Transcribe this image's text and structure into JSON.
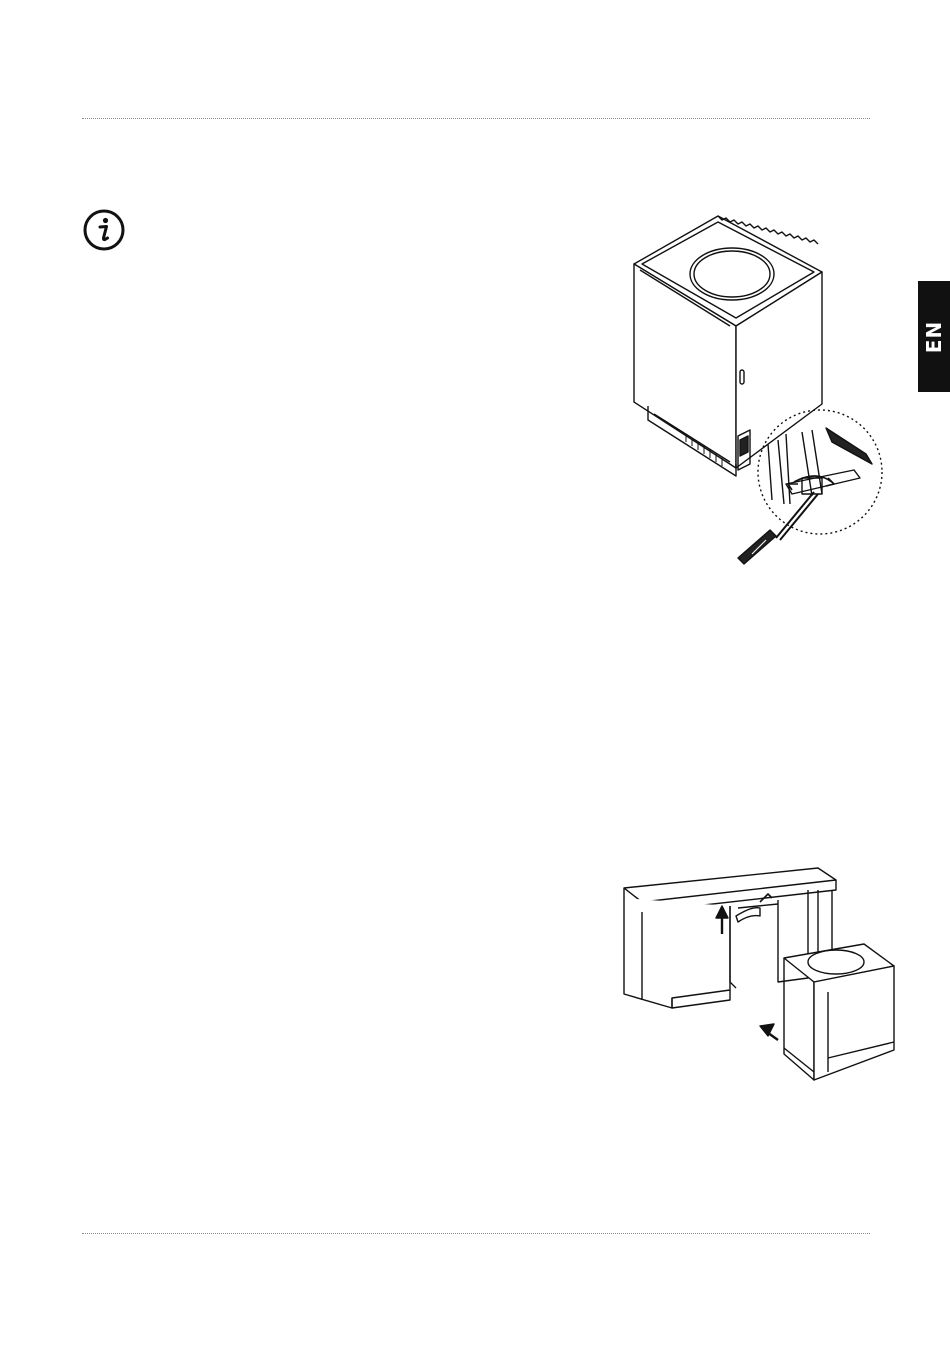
{
  "language_tab": {
    "label": "EN"
  },
  "icons": {
    "info": "info-circle-icon"
  },
  "figures": [
    {
      "name": "dishwasher-foot-adjustment-illustration"
    },
    {
      "name": "dishwasher-insertion-illustration"
    }
  ]
}
